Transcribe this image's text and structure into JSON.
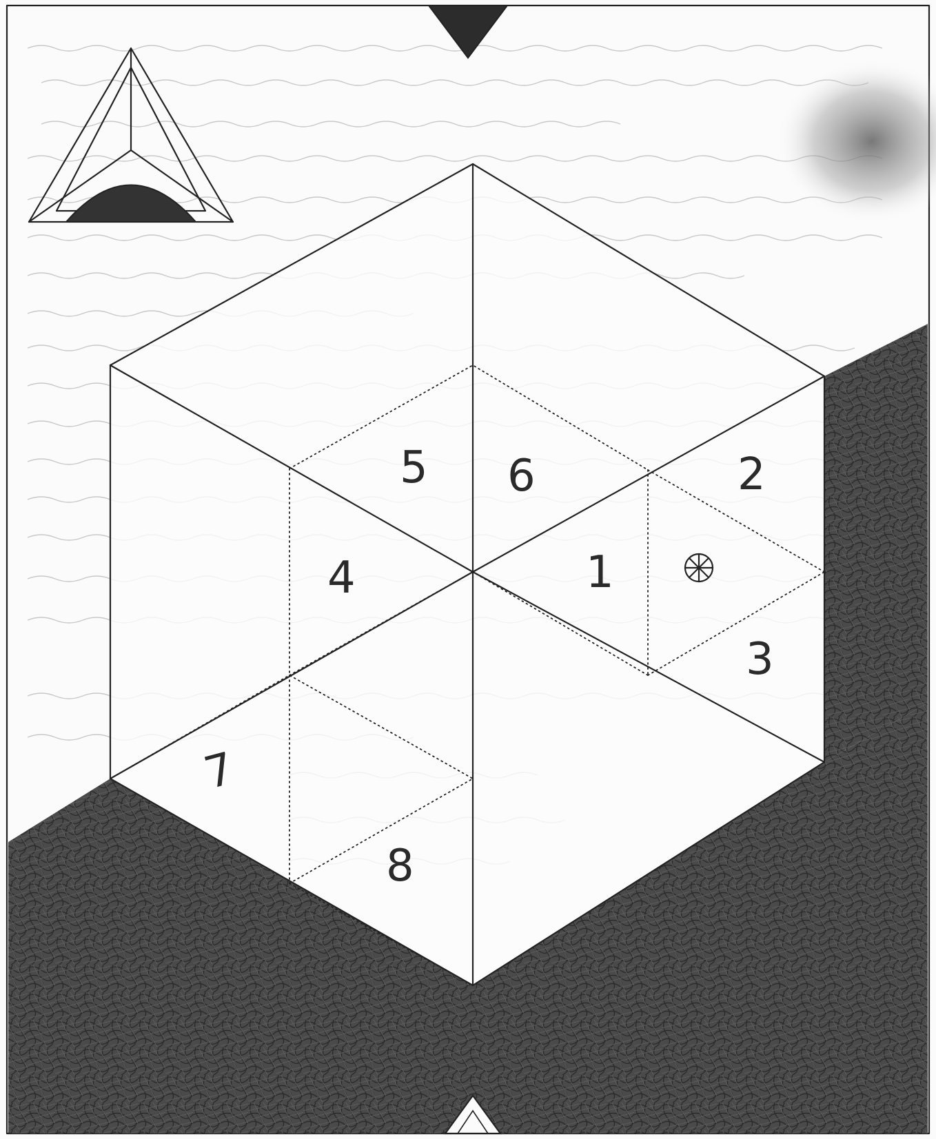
{
  "colors": {
    "paper": "#f4f4f4",
    "ink": "#222222",
    "shading": "#3d3d3d"
  },
  "numbers": {
    "n1": "1",
    "n2": "2",
    "n3": "3",
    "n4": "4",
    "n5": "5",
    "n6": "6",
    "n7": "7",
    "n8": "8"
  },
  "icons": {
    "corner": "triangle-with-dome-icon",
    "top": "inverted-triangle-icon",
    "bottom": "upward-triangle-icon",
    "wheel": "eight-spoke-wheel-icon"
  }
}
